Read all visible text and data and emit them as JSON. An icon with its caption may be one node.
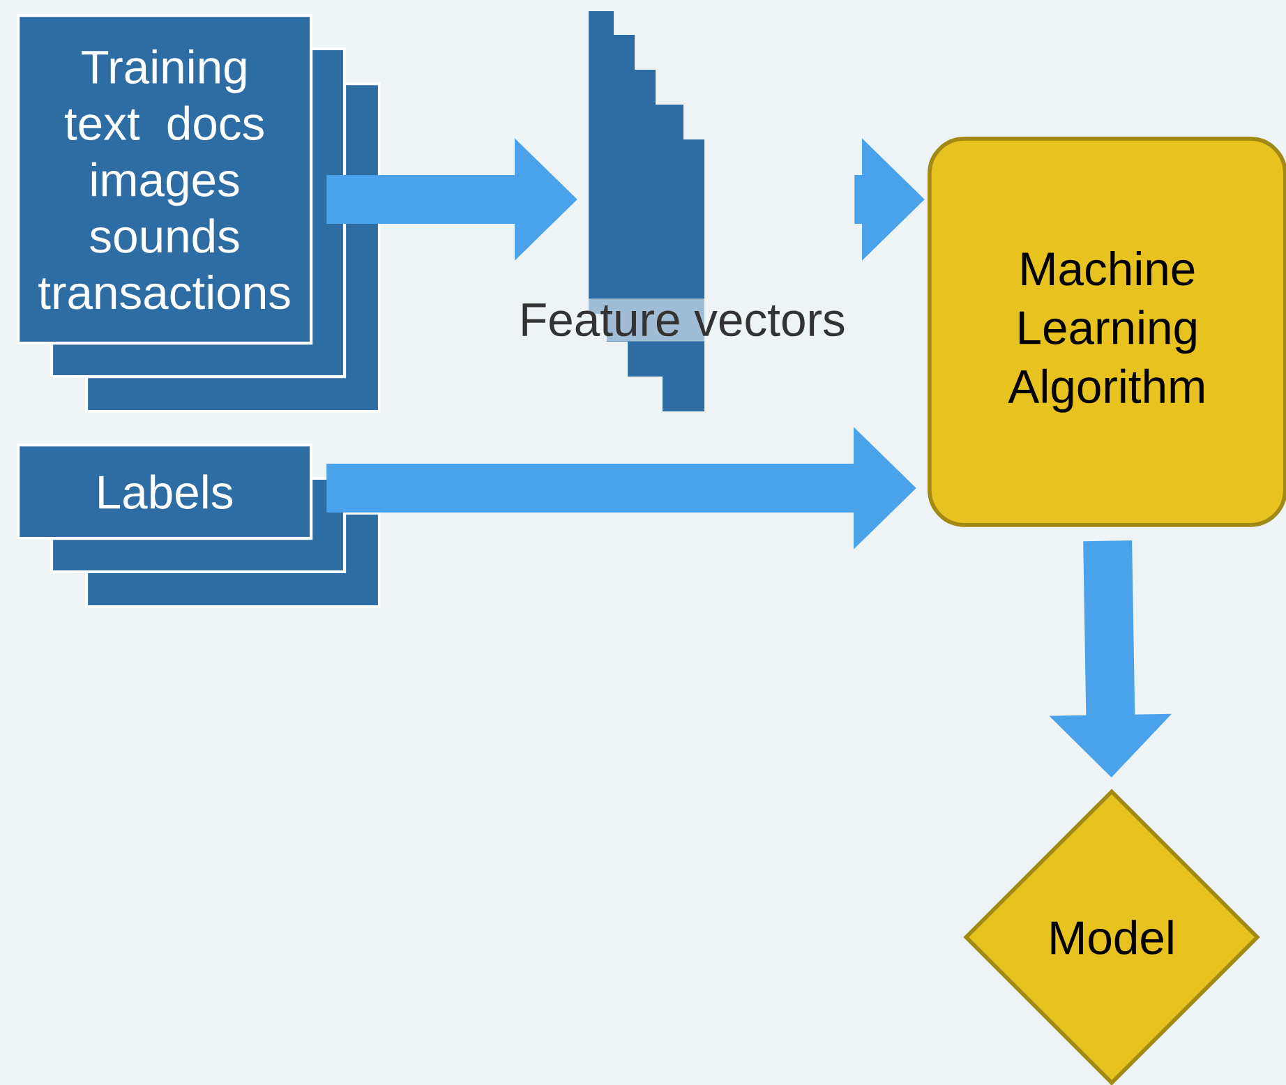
{
  "diagram": {
    "nodes": [
      {
        "text": [
          "Training text docs images sounds transactions"
        ]
      },
      {
        "text": [
          "Feature vectors"
        ]
      },
      {
        "text": [
          "Labels"
        ]
      },
      {
        "text": [
          "Machine Learning Algorithm"
        ]
      },
      {
        "text": [
          "Model"
        ]
      }
    ],
    "edges": [
      {
        "from": 0,
        "to": 1,
        "arrow": "to"
      },
      {
        "from": 1,
        "to": 3,
        "arrow": "to"
      },
      {
        "from": 2,
        "to": 3,
        "arrow": "to"
      },
      {
        "from": 3,
        "to": 4,
        "arrow": "to"
      }
    ]
  }
}
